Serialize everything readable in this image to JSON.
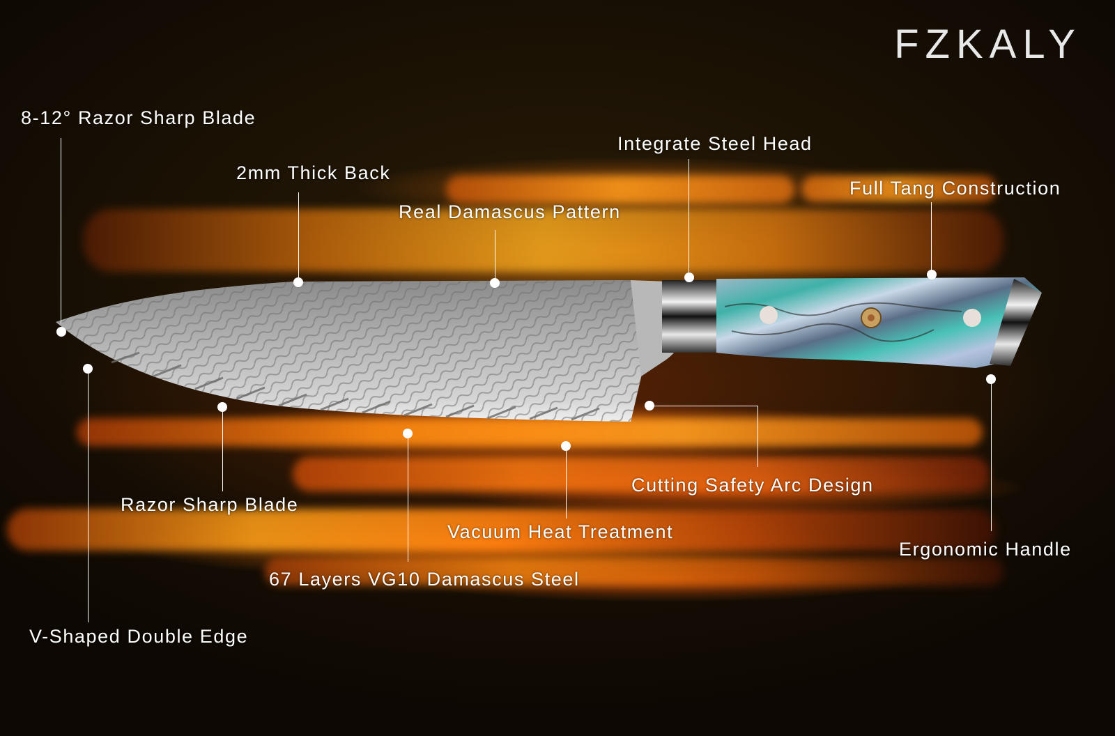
{
  "brand": {
    "name": "FZKALY"
  },
  "product": {
    "type": "chef knife",
    "blade_material": "Damascus steel",
    "handle_material": "abalone shell"
  },
  "callouts": [
    {
      "id": "razor-sharp-blade-angle",
      "label": "8-12° Razor Sharp Blade"
    },
    {
      "id": "thick-back",
      "label": "2mm Thick Back"
    },
    {
      "id": "damascus-pattern",
      "label": "Real Damascus Pattern"
    },
    {
      "id": "steel-head",
      "label": "Integrate Steel Head"
    },
    {
      "id": "full-tang",
      "label": "Full Tang Construction"
    },
    {
      "id": "razor-sharp-blade",
      "label": "Razor Sharp Blade"
    },
    {
      "id": "safety-arc",
      "label": "Cutting Safety Arc Design"
    },
    {
      "id": "heat-treatment",
      "label": "Vacuum Heat Treatment"
    },
    {
      "id": "ergonomic-handle",
      "label": "Ergonomic Handle"
    },
    {
      "id": "damascus-layers",
      "label": "67 Layers VG10 Damascus Steel"
    },
    {
      "id": "double-edge",
      "label": "V-Shaped Double Edge"
    }
  ],
  "colors": {
    "background": "#0d0803",
    "glow": "#ff8c0a",
    "text": "#ffffff",
    "brand_text": "#e8e8e8"
  }
}
